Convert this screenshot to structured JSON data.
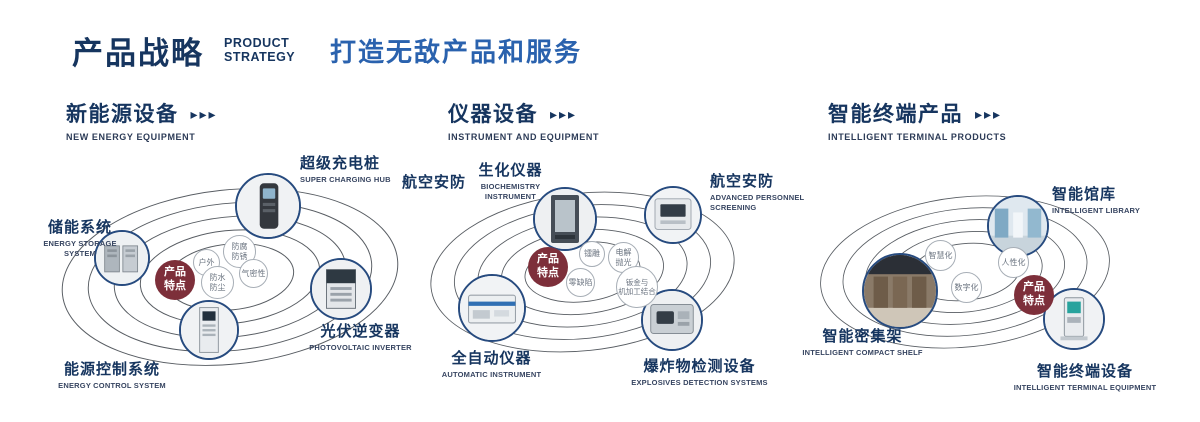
{
  "colors": {
    "navy": "#16355f",
    "blue": "#2a62ae",
    "badge": "#7d2f3a",
    "ring": "#3a4047"
  },
  "header": {
    "title": "产品战略",
    "subtitle": "PRODUCT\nSTRATEGY",
    "tagline": "打造无敌产品和服务"
  },
  "sections": [
    {
      "title": "新能源设备",
      "subtitle": "NEW ENERGY EQUIPMENT",
      "arrows": "▸▸▸",
      "center_label": "产品\n特点",
      "features": [
        "户外",
        "防腐\n防锈",
        "防水\n防尘",
        "气密性"
      ],
      "products": [
        {
          "zh": "储能系统",
          "en": "ENERGY STORAGE SYSTEM"
        },
        {
          "zh": "超级充电桩",
          "en": "SUPER CHARGING HUB"
        },
        {
          "zh": "光伏逆变器",
          "en": "PHOTOVOLTAIC INVERTER"
        },
        {
          "zh": "能源控制系统",
          "en": "ENERGY CONTROL SYSTEM"
        }
      ]
    },
    {
      "title": "仪器设备",
      "subtitle": "INSTRUMENT AND EQUIPMENT",
      "arrows": "▸▸▸",
      "center_label": "产品\n特点",
      "side_label": "航空安防",
      "features": [
        "镭雕",
        "电解\n抛光",
        "零缺陷",
        "钣金与\n机加工结合"
      ],
      "products": [
        {
          "zh": "生化仪器",
          "en": "BIOCHEMISTRY INSTRUMENT"
        },
        {
          "zh": "航空安防",
          "en": "ADVANCED PERSONNEL SCREENING"
        },
        {
          "zh": "全自动仪器",
          "en": "AUTOMATIC INSTRUMENT"
        },
        {
          "zh": "爆炸物检测设备",
          "en": "EXPLOSIVES DETECTION SYSTEMS"
        }
      ]
    },
    {
      "title": "智能终端产品",
      "subtitle": "INTELLIGENT TERMINAL PRODUCTS",
      "arrows": "▸▸▸",
      "center_label": "产品\n特点",
      "features": [
        "智慧化",
        "人性化",
        "数字化"
      ],
      "products": [
        {
          "zh": "智能馆库",
          "en": "INTELLIGENT LIBRARY"
        },
        {
          "zh": "智能密集架",
          "en": "INTELLIGENT COMPACT SHELF"
        },
        {
          "zh": "智能终端设备",
          "en": "INTELLIGENT TERMINAL EQUIPMENT"
        }
      ]
    }
  ]
}
